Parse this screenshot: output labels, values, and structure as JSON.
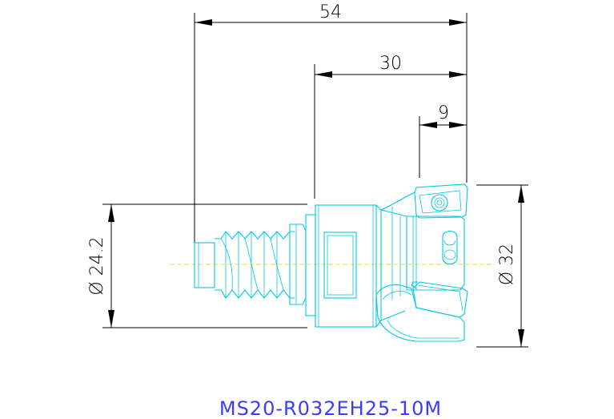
{
  "drawing": {
    "model_label": "MS20-R032EH25-10M",
    "dimensions": {
      "overall_length": "54",
      "head_length": "30",
      "insert_length": "9",
      "shank_diameter": "Ø  24.2",
      "cutting_diameter": "Ø  32"
    }
  },
  "colors": {
    "part_outline": "#00c8e6",
    "dimension_lines": "#000000",
    "center_line": "#e0e040",
    "caption": "#3c3cff"
  }
}
